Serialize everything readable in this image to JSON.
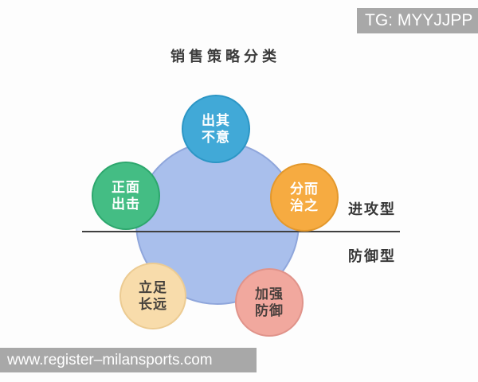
{
  "title": "销售策略分类",
  "watermarks": {
    "top_right": {
      "text": "TG: MYYJJPP",
      "bg": "#a8a8a8",
      "text_color": "#ffffff"
    },
    "bottom_left": {
      "text": "www.register–milansports.com",
      "bg": "#a8a8a8",
      "text_color": "#ffffff"
    }
  },
  "diagram": {
    "center_circle": {
      "color": "#a9bfec"
    },
    "axis": {
      "line_color": "#404040",
      "above_label": "进攻型",
      "below_label": "防御型"
    },
    "nodes": [
      {
        "name": "surprise-attack",
        "label": "出其\n不意",
        "color": "#41a9d7",
        "border_color": "#2c96c5",
        "text_color": "#ffffff"
      },
      {
        "name": "frontal-assault",
        "label": "正面\n出击",
        "color": "#44bd84",
        "border_color": "#2da76d",
        "text_color": "#ffffff"
      },
      {
        "name": "divide-and-conquer",
        "label": "分而\n治之",
        "color": "#f6ab41",
        "border_color": "#e3982c",
        "text_color": "#ffffff"
      },
      {
        "name": "long-term-footing",
        "label": "立足\n长远",
        "color": "#f8dcab",
        "border_color": "#eccb92",
        "text_color": "#44403b"
      },
      {
        "name": "strengthen-defense",
        "label": "加强\n防御",
        "color": "#f1a89e",
        "border_color": "#e0938a",
        "text_color": "#4a403d"
      }
    ]
  }
}
